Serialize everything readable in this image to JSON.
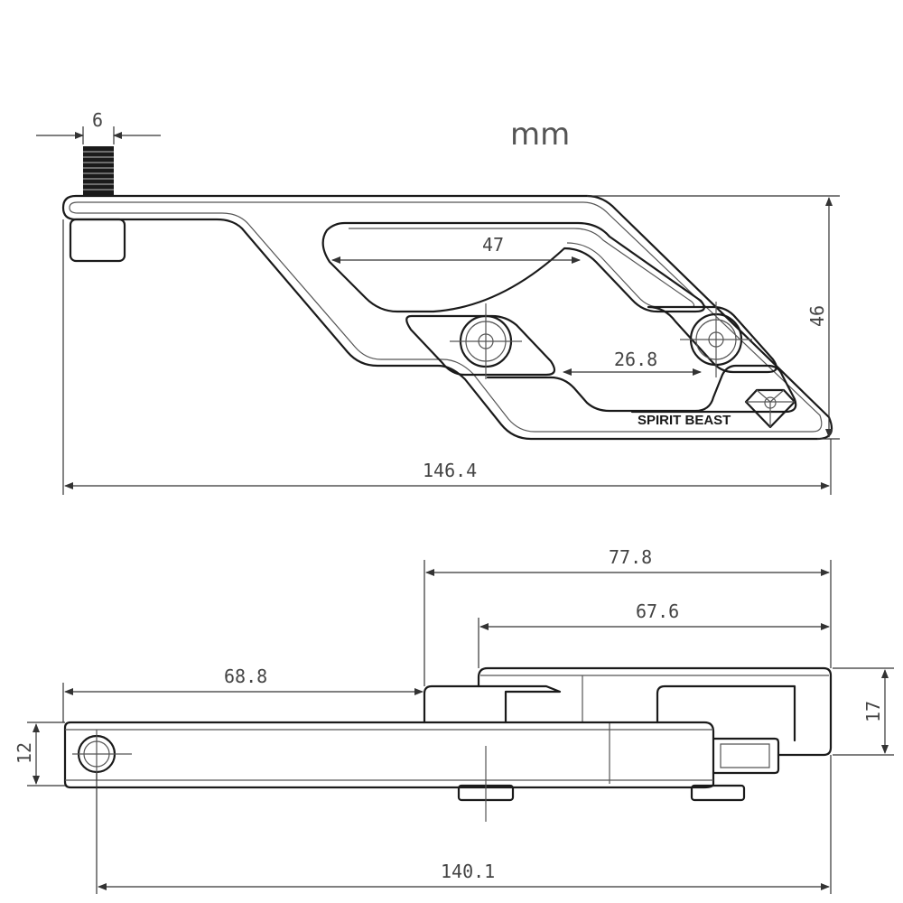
{
  "unit_label": "mm",
  "brand_text": "SPIRIT BEAST",
  "dimensions": {
    "bolt_width": "6",
    "slot_length": "47",
    "height": "46",
    "hole_spacing": "26.8",
    "total_length_top": "146.4",
    "bracket_length": "77.8",
    "plate_length": "67.6",
    "arm_offset": "68.8",
    "arm_thickness": "12",
    "plate_thickness": "17",
    "total_length_side": "140.1"
  }
}
